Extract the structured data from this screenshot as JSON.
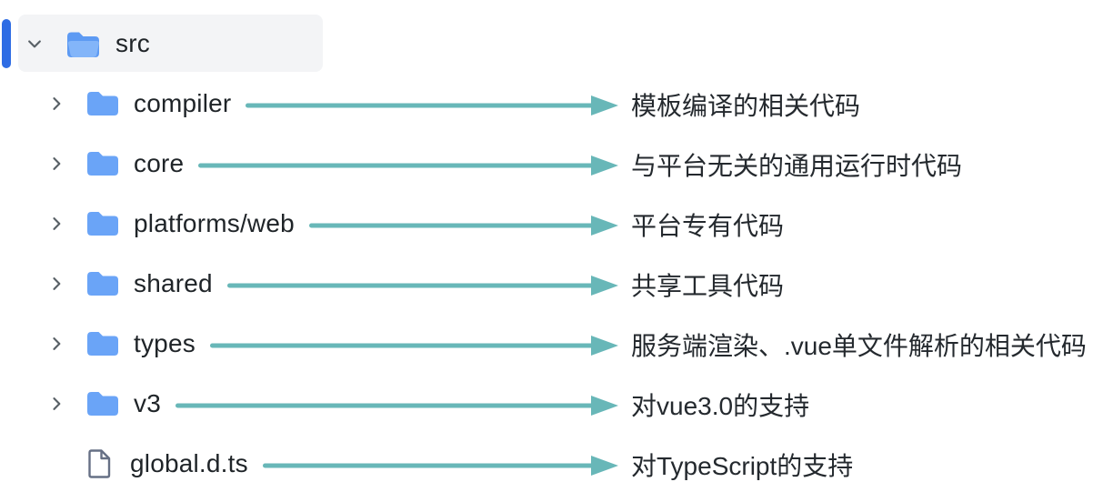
{
  "colors": {
    "accent_blue": "#2e6ce4",
    "folder_blue": "#6aa4f7",
    "folder_open_back": "#5d9af3",
    "folder_open_front": "#83b5f9",
    "arrow_teal": "#68b7b8",
    "selected_row_bg": "#f3f4f6",
    "text": "#1f2428",
    "chevron_gray": "#586066",
    "file_icon_gray": "#667085"
  },
  "tree": {
    "items": [
      {
        "label": "src",
        "type": "folder-open",
        "icon": "folder-open-icon",
        "chevron": "chevron-down-icon",
        "selected": true,
        "annotation": ""
      },
      {
        "label": "compiler",
        "type": "folder",
        "icon": "folder-icon",
        "chevron": "chevron-right-icon",
        "selected": false,
        "annotation": "模板编译的相关代码"
      },
      {
        "label": "core",
        "type": "folder",
        "icon": "folder-icon",
        "chevron": "chevron-right-icon",
        "selected": false,
        "annotation": "与平台无关的通用运行时代码"
      },
      {
        "label": "platforms/web",
        "type": "folder",
        "icon": "folder-icon",
        "chevron": "chevron-right-icon",
        "selected": false,
        "annotation": "平台专有代码"
      },
      {
        "label": "shared",
        "type": "folder",
        "icon": "folder-icon",
        "chevron": "chevron-right-icon",
        "selected": false,
        "annotation": "共享工具代码"
      },
      {
        "label": "types",
        "type": "folder",
        "icon": "folder-icon",
        "chevron": "chevron-right-icon",
        "selected": false,
        "annotation": "服务端渲染、.vue单文件解析的相关代码"
      },
      {
        "label": "v3",
        "type": "folder",
        "icon": "folder-icon",
        "chevron": "chevron-right-icon",
        "selected": false,
        "annotation": "对vue3.0的支持"
      },
      {
        "label": "global.d.ts",
        "type": "file",
        "icon": "file-icon",
        "chevron": "none",
        "selected": false,
        "annotation": "对TypeScript的支持"
      }
    ]
  }
}
